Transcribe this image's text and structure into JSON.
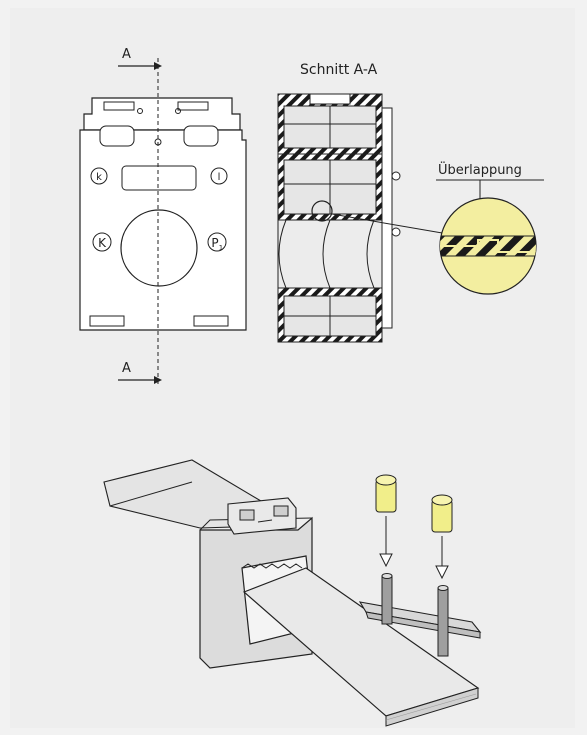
{
  "labels": {
    "section_marker_top": "A",
    "section_marker_bottom": "A",
    "section_title": "Schnitt A-A",
    "overlap_callout": "Überlappung",
    "terminal_k_small": "k",
    "terminal_l_small": "l",
    "terminal_K": "K",
    "terminal_P1": "P",
    "terminal_P1_sub": "1"
  },
  "colors": {
    "background": "#eeeeee",
    "line": "#222222",
    "hatch": "#1a1a1a",
    "highlight_yellow": "#f3eea0",
    "pin_yellow": "#f1ee8a",
    "body_grey": "#d9d9d9"
  }
}
